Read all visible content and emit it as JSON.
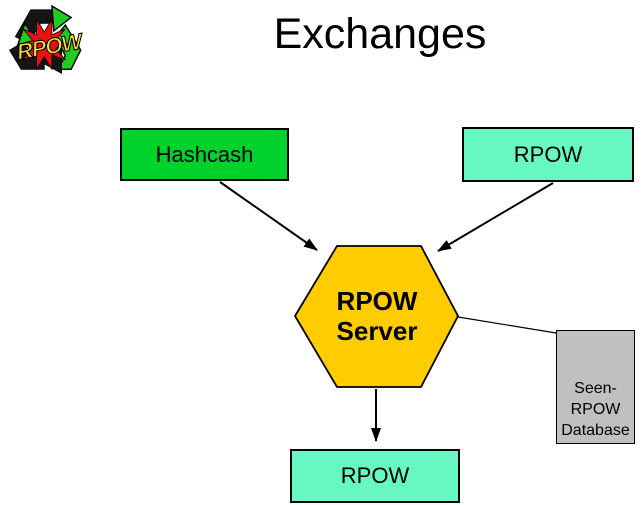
{
  "header": {
    "title": "Exchanges",
    "logo_text": "RPOW"
  },
  "diagram": {
    "nodes": [
      {
        "id": "hashcash",
        "label": "Hashcash",
        "shape": "rectangle",
        "color": "#00D22B"
      },
      {
        "id": "rpow-top",
        "label": "RPOW",
        "shape": "rectangle",
        "color": "#66F7C3"
      },
      {
        "id": "rpow-server",
        "lines": [
          "RPOW",
          "Server"
        ],
        "shape": "hexagon",
        "color": "#FFCC00"
      },
      {
        "id": "seen-rpow-database",
        "lines": [
          "Seen-",
          "RPOW",
          "Database"
        ],
        "shape": "rectangle",
        "color": "#C0C0C0"
      },
      {
        "id": "rpow-bottom",
        "label": "RPOW",
        "shape": "rectangle",
        "color": "#66F7C3"
      }
    ],
    "edges": [
      {
        "from": "hashcash",
        "to": "rpow-server",
        "arrow": true
      },
      {
        "from": "rpow-top",
        "to": "rpow-server",
        "arrow": true
      },
      {
        "from": "rpow-server",
        "to": "seen-rpow-database",
        "arrow": false
      },
      {
        "from": "rpow-server",
        "to": "rpow-bottom",
        "arrow": true
      }
    ],
    "colors": {
      "line": "#000000",
      "logo_green": "#1FCC1F",
      "logo_red": "#E81010",
      "logo_yellow": "#FFE030"
    }
  }
}
